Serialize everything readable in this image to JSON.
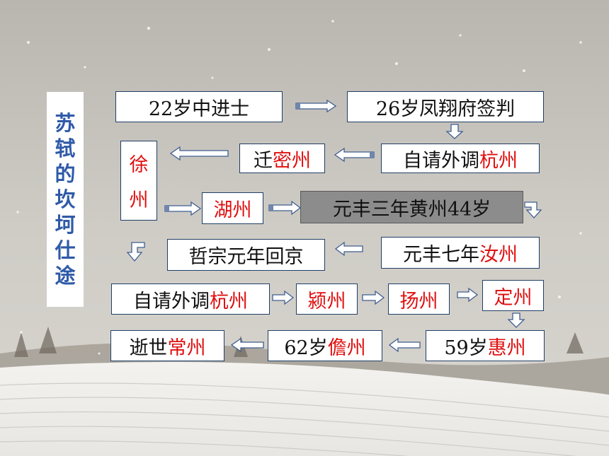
{
  "title": "苏轼的坎坷仕途",
  "nodes": {
    "jinshi": {
      "label": "22岁中进士"
    },
    "fengxiang": {
      "label": "26岁凤翔府签判"
    },
    "hangzhou1": {
      "prefix": "自请外调",
      "place": "杭州"
    },
    "mizhou": {
      "prefix": "迁",
      "place": "密州"
    },
    "xuzhou": {
      "chars": [
        "徐",
        "州"
      ]
    },
    "huzhou": {
      "place": "湖州"
    },
    "huangzhou": {
      "label": "元丰三年黄州",
      "suffix": "44岁"
    },
    "ruzhou": {
      "prefix": "元丰七年",
      "place": "汝州"
    },
    "huijing": {
      "label": "哲宗元年回京"
    },
    "hangzhou2": {
      "prefix": "自请外调",
      "place": "杭州"
    },
    "yingzhou": {
      "place": "颍州"
    },
    "yangzhou": {
      "place": "扬州"
    },
    "dingzhou": {
      "place": "定州"
    },
    "huizhou": {
      "prefix": "59岁",
      "place": "惠州"
    },
    "danzhou": {
      "prefix": "62岁",
      "place": "儋州"
    },
    "changzhou": {
      "prefix": "逝世",
      "place": "常州"
    }
  },
  "colors": {
    "highlight": "#e01010",
    "title": "#2f5aa8",
    "border": "#1f3e66",
    "dark_box": "#8c8c8c"
  }
}
